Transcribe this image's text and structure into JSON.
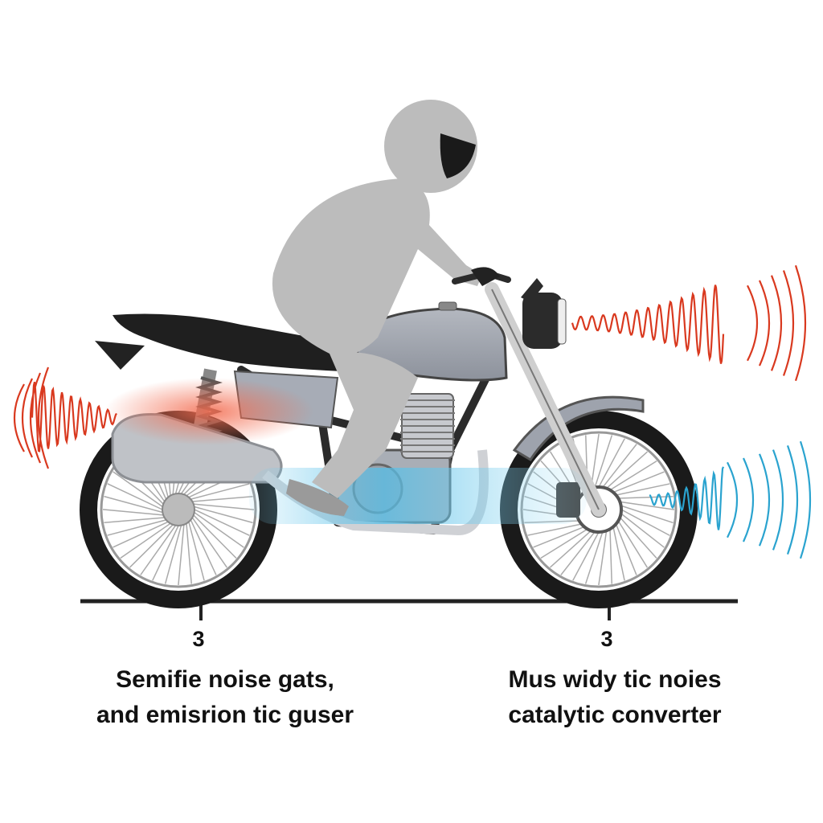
{
  "markers": {
    "left": {
      "number": "3",
      "line1": "Semifie noise gats,",
      "line2": "and emisrion tic guser"
    },
    "right": {
      "number": "3",
      "line1": "Mus widy tic noies",
      "line2": "catalytic converter"
    }
  },
  "colors": {
    "noise_wave": "#d9391f",
    "clean_wave": "#2aa3cf",
    "frame": "#2b2b2b",
    "tank": "#9ea3ad",
    "rider": "#bcbcbc",
    "ground": "#222222"
  },
  "icons": [
    "rider-figure",
    "motorcycle",
    "sound-wave-icon"
  ]
}
